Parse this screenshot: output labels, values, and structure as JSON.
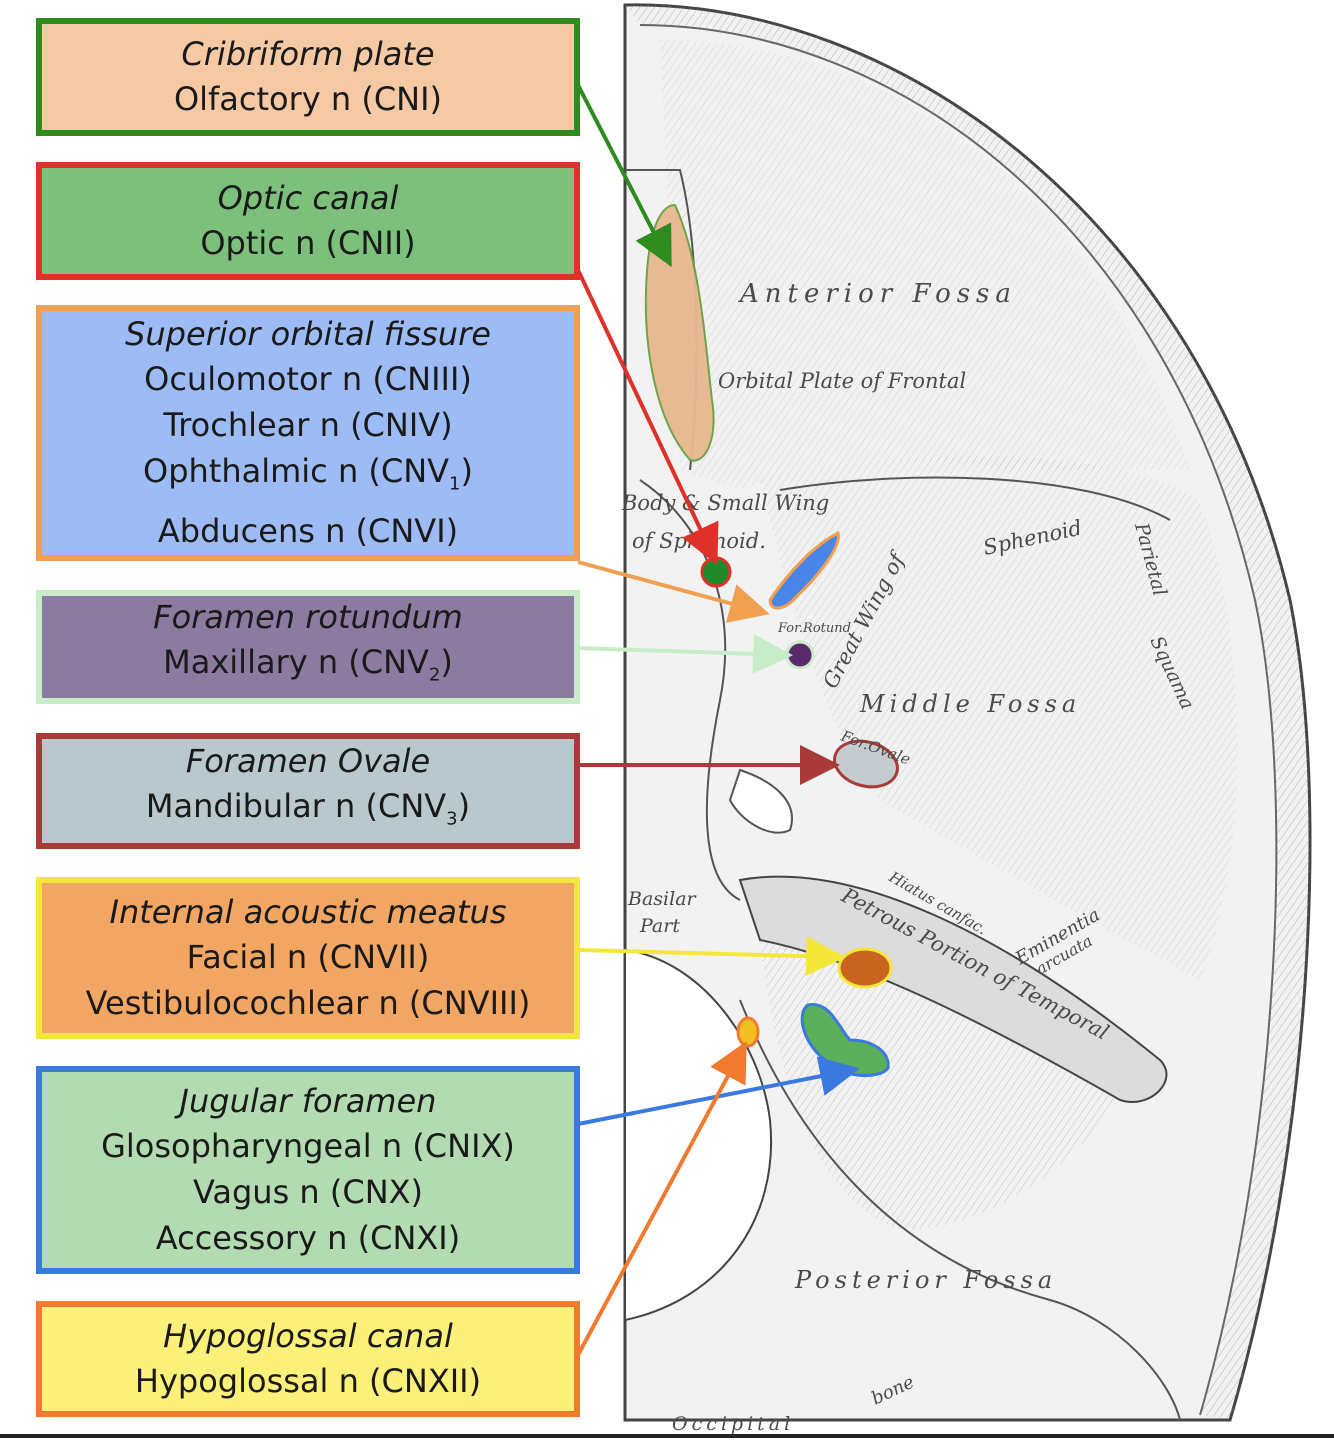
{
  "labels": [
    {
      "id": "cribriform",
      "title": "Cribriform plate",
      "nerves": [
        {
          "text": "Olfactory n (CNI)",
          "sub": ""
        }
      ],
      "fill": "#f5c9a3",
      "border": "#2e8b1e"
    },
    {
      "id": "optic",
      "title": "Optic canal",
      "nerves": [
        {
          "text": "Optic n (CNII)",
          "sub": ""
        }
      ],
      "fill": "#7cc07c",
      "border": "#e0302a"
    },
    {
      "id": "sof",
      "title": "Superior orbital fissure",
      "nerves": [
        {
          "text": "Oculomotor n (CNIII)",
          "sub": ""
        },
        {
          "text": "Trochlear n (CNIV)",
          "sub": ""
        },
        {
          "text": "Ophthalmic n (CNV",
          "sub": "1",
          "tail": ")"
        },
        {
          "text": "Abducens n (CNVI)",
          "sub": ""
        }
      ],
      "fill": "#9dbcf5",
      "border": "#f0a050"
    },
    {
      "id": "rotundum",
      "title": "Foramen rotundum",
      "nerves": [
        {
          "text": "Maxillary n (CNV",
          "sub": "2",
          "tail": ")"
        }
      ],
      "fill": "#8c7aa0",
      "border": "#c8ecc8"
    },
    {
      "id": "ovale",
      "title": "Foramen Ovale",
      "nerves": [
        {
          "text": "Mandibular n (CNV",
          "sub": "3",
          "tail": ")"
        }
      ],
      "fill": "#b8c8cc",
      "border": "#a83a3a"
    },
    {
      "id": "iam",
      "title": "Internal acoustic meatus",
      "nerves": [
        {
          "text": "Facial n (CNVII)",
          "sub": ""
        },
        {
          "text": "Vestibulocochlear n (CNVIII)",
          "sub": ""
        }
      ],
      "fill": "#f2a664",
      "border": "#f5e63a"
    },
    {
      "id": "jugular",
      "title": "Jugular foramen",
      "nerves": [
        {
          "text": "Glosopharyngeal n (CNIX)",
          "sub": ""
        },
        {
          "text": "Vagus n (CNX)",
          "sub": ""
        },
        {
          "text": "Accessory n (CNXI)",
          "sub": ""
        }
      ],
      "fill": "#b2dbb2",
      "border": "#3a7ae0"
    },
    {
      "id": "hypoglossal",
      "title": "Hypoglossal canal",
      "nerves": [
        {
          "text": "Hypoglossal n (CNXII)",
          "sub": ""
        }
      ],
      "fill": "#fbf07a",
      "border": "#f07a30"
    }
  ],
  "illustration_text": {
    "anterior_fossa": "Anterior Fossa",
    "orbital_plate": "Orbital Plate of Frontal",
    "body_small_wing": "Body & Small Wing",
    "of_sphenoid": "of Sphenoid.",
    "sphenoid": "Sphenoid",
    "great_wing": "Great Wing of",
    "middle_fossa": "Middle Fossa",
    "for_ovale": "For.Ovale",
    "rotund": "For.Rotund",
    "basilar": "Basilar",
    "part": "Part",
    "petrous": "Petrous Portion of Temporal",
    "hiatus": "Hiatus canfac.",
    "eminentia": "Eminentia",
    "arcuata": "arcuata",
    "parietal": "Parietal",
    "squama": "Squama",
    "posterior_fossa": "Posterior Fossa",
    "occipital": "Occipital",
    "bone": "bone"
  },
  "colors": {
    "bone_fill": "#eeeeee",
    "bone_line": "#555555",
    "cribriform_hl": "#e8b890",
    "optic_hl": "#1f8a2a",
    "sof_hl": "#4a86e8",
    "rotundum_hl": "#5a2a6a",
    "ovale_hl": "#c4ccd0",
    "iam_hl": "#c86420",
    "jugular_hl": "#5ab05a",
    "hypoglossal_hl": "#f0c020"
  }
}
